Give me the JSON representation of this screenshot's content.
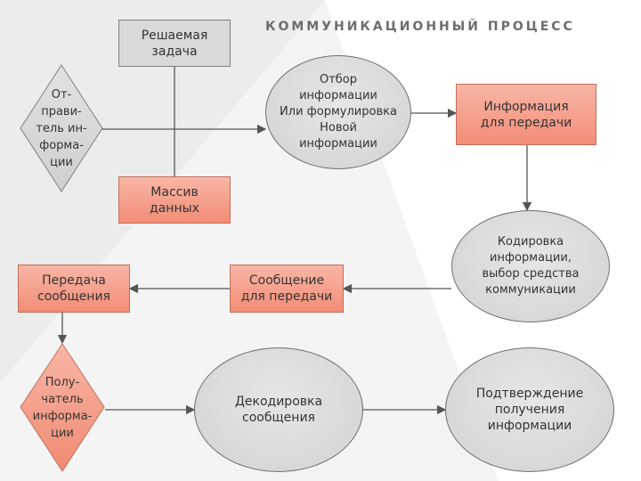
{
  "title": "КОММУНИКАЦИОННЫЙ ПРОЦЕСС",
  "nodes": {
    "task": "Решаемая\nзадача",
    "sender": "От-\nправи-\nтель ин-\nформа-\nции",
    "selection": "Отбор\nинформации\nИли формулировка\nНовой\nинформации",
    "info_transfer": "Информация\nдля передачи",
    "data_array": "Массив\nданных",
    "encoding": "Кодировка\nинформации,\nвыбор средства\nкоммуникации",
    "message": "Сообщение\nдля передачи",
    "msg_transfer": "Передача\nсообщения",
    "receiver": "Полу-\nчатель\nинформа-\nции",
    "decoding": "Декодировка\nсообщения",
    "confirmation": "Подтверждение\nполучения\nинформации"
  },
  "colors": {
    "salmon": "#f7a28f",
    "gray": "#d9d9d9",
    "line": "#555555",
    "title": "#6d6d6d"
  }
}
